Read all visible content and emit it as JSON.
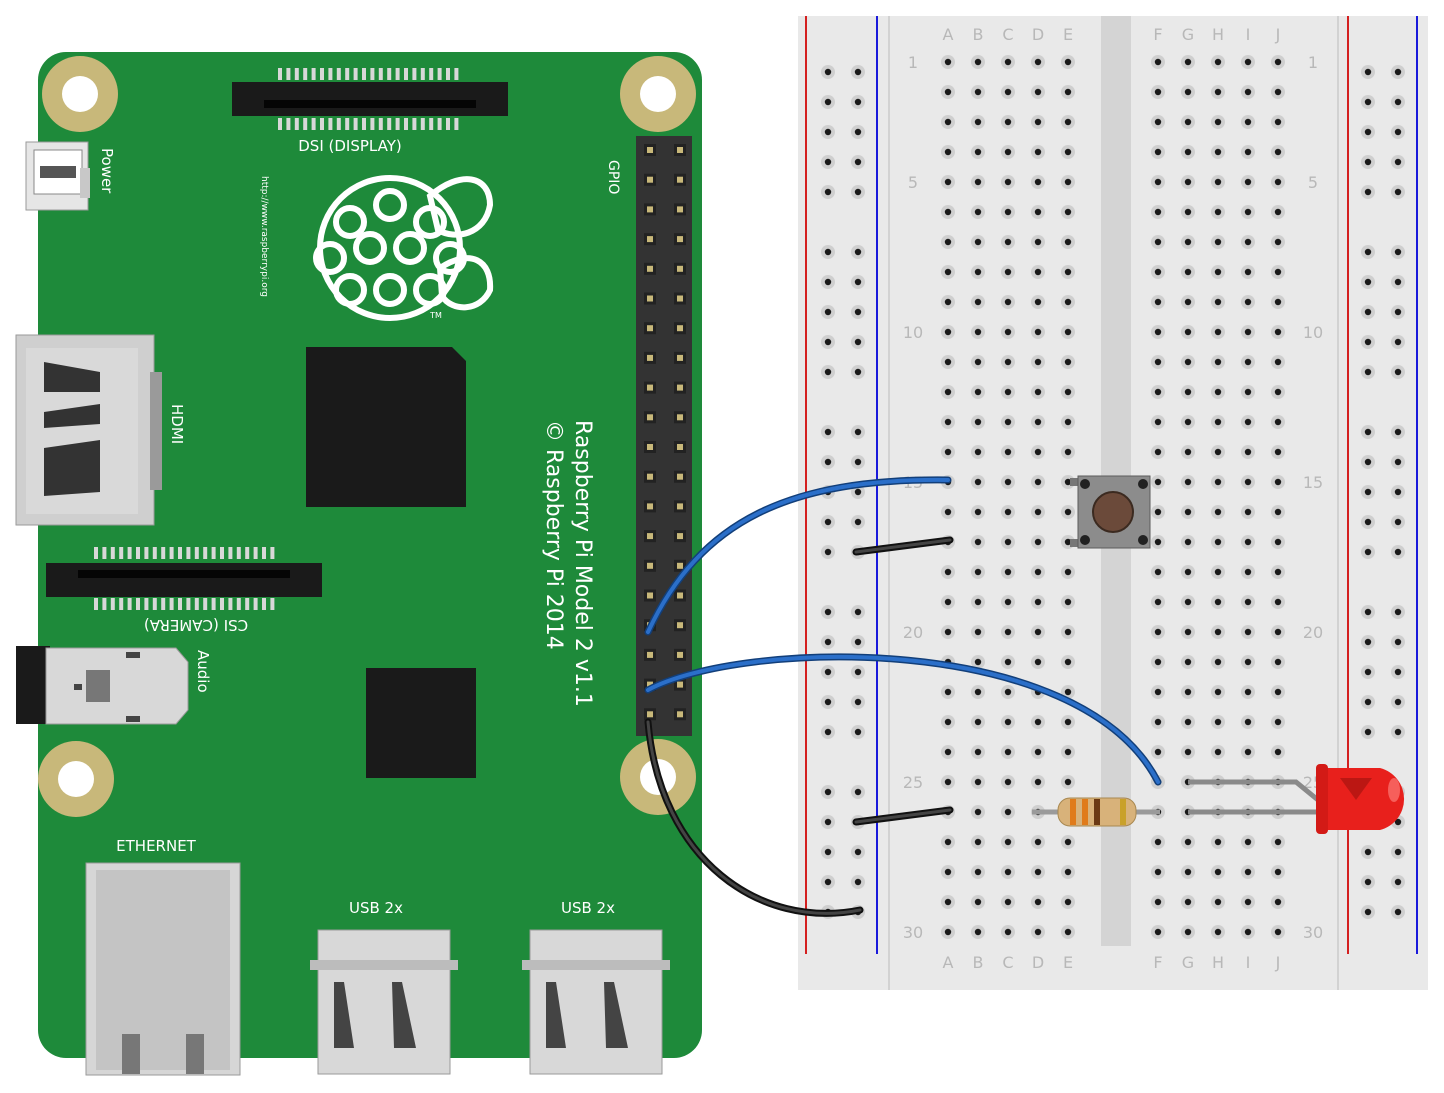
{
  "pi": {
    "board_color": "#1e8a3a",
    "labels": {
      "dsi": "DSI (DISPLAY)",
      "power": "Power",
      "hdmi": "HDMI",
      "csi": "CSI (CAMERA)",
      "audio": "Audio",
      "ethernet": "ETHERNET",
      "usb1": "USB 2x",
      "usb2": "USB 2x",
      "gpio": "GPIO",
      "url": "http://www.raspberrypi.org",
      "model": "Raspberry Pi Model 2 v1.1",
      "copyright": "© Raspberry Pi 2014",
      "tm": "TM"
    }
  },
  "breadboard": {
    "columns_left": [
      "A",
      "B",
      "C",
      "D",
      "E"
    ],
    "columns_right": [
      "F",
      "G",
      "H",
      "I",
      "J"
    ],
    "row_count": 30,
    "row_numbers": [
      "1",
      "5",
      "10",
      "15",
      "20",
      "25",
      "30"
    ],
    "rail_colors": {
      "positive": "#d42020",
      "negative": "#1a1adb"
    }
  },
  "components": {
    "wire_colors": {
      "signal": "#2b6fc9",
      "ground": "#222222"
    },
    "led_color": "#e8201c",
    "button_color": "#6b4a3a",
    "resistor_color": "#d8b27a"
  }
}
